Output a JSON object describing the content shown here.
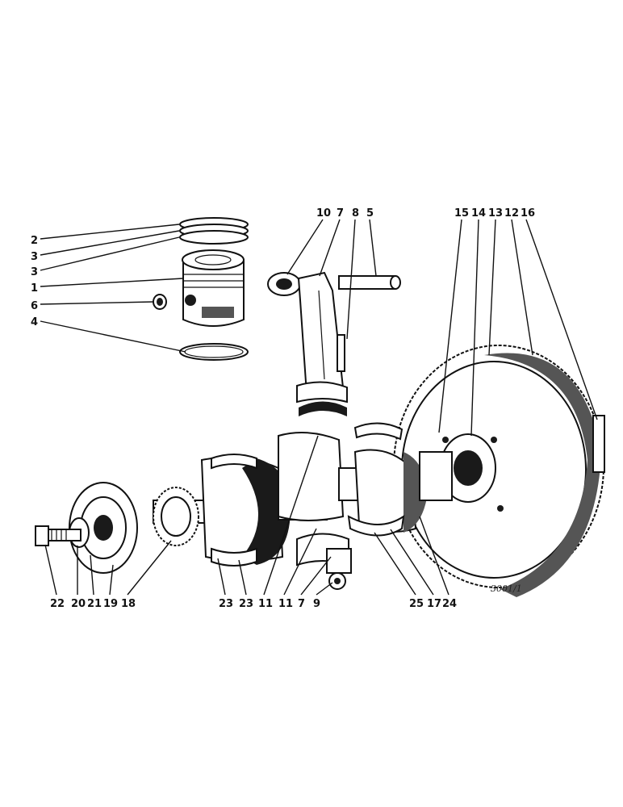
{
  "diagram": {
    "reference": "3001/1",
    "labels": {
      "p2": "2",
      "p3a": "3",
      "p3b": "3",
      "p1": "1",
      "p6": "6",
      "p4": "4",
      "p10": "10",
      "p7a": "7",
      "p8": "8",
      "p5": "5",
      "p15": "15",
      "p14": "14",
      "p13": "13",
      "p12": "12",
      "p16": "16",
      "p22": "22",
      "p20": "20",
      "p21": "21",
      "p19": "19",
      "p18": "18",
      "p23a": "23",
      "p23b": "23",
      "p11a": "11",
      "p11b": "11",
      "p7b": "7",
      "p9": "9",
      "p25": "25",
      "p17": "17",
      "p24": "24"
    }
  }
}
